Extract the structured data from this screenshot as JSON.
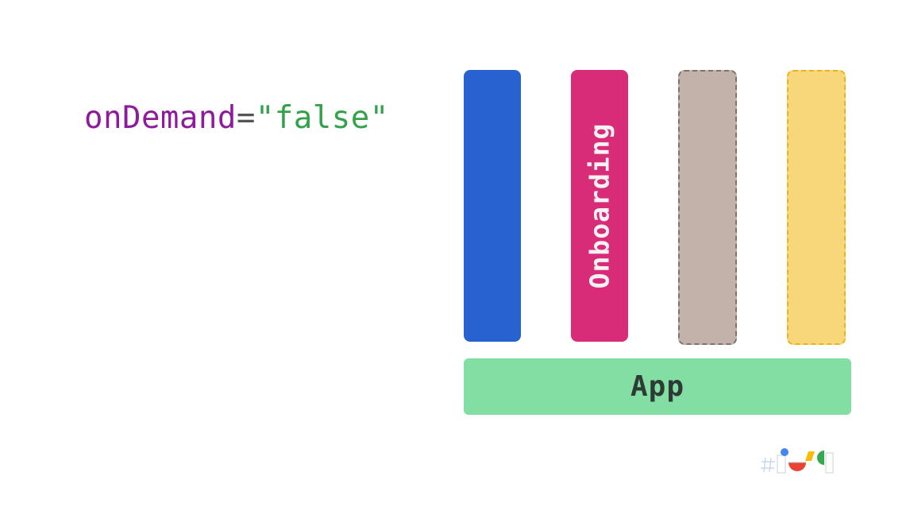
{
  "code": {
    "attribute": "onDemand",
    "equals": "=",
    "value": "\"false\""
  },
  "modules": [
    {
      "label": "",
      "color": "#2762d0",
      "style": "solid"
    },
    {
      "label": "Onboarding",
      "color": "#d82b78",
      "style": "solid"
    },
    {
      "label": "",
      "color": "#c3b2aa",
      "style": "dashed"
    },
    {
      "label": "",
      "color": "#f8d77a",
      "style": "dashed"
    }
  ],
  "app": {
    "label": "App",
    "color": "#82dea3"
  },
  "logo": {
    "icon": "google-io-logo-icon",
    "colors": [
      "#4285f4",
      "#ea4335",
      "#fbbc05",
      "#34a853"
    ]
  }
}
